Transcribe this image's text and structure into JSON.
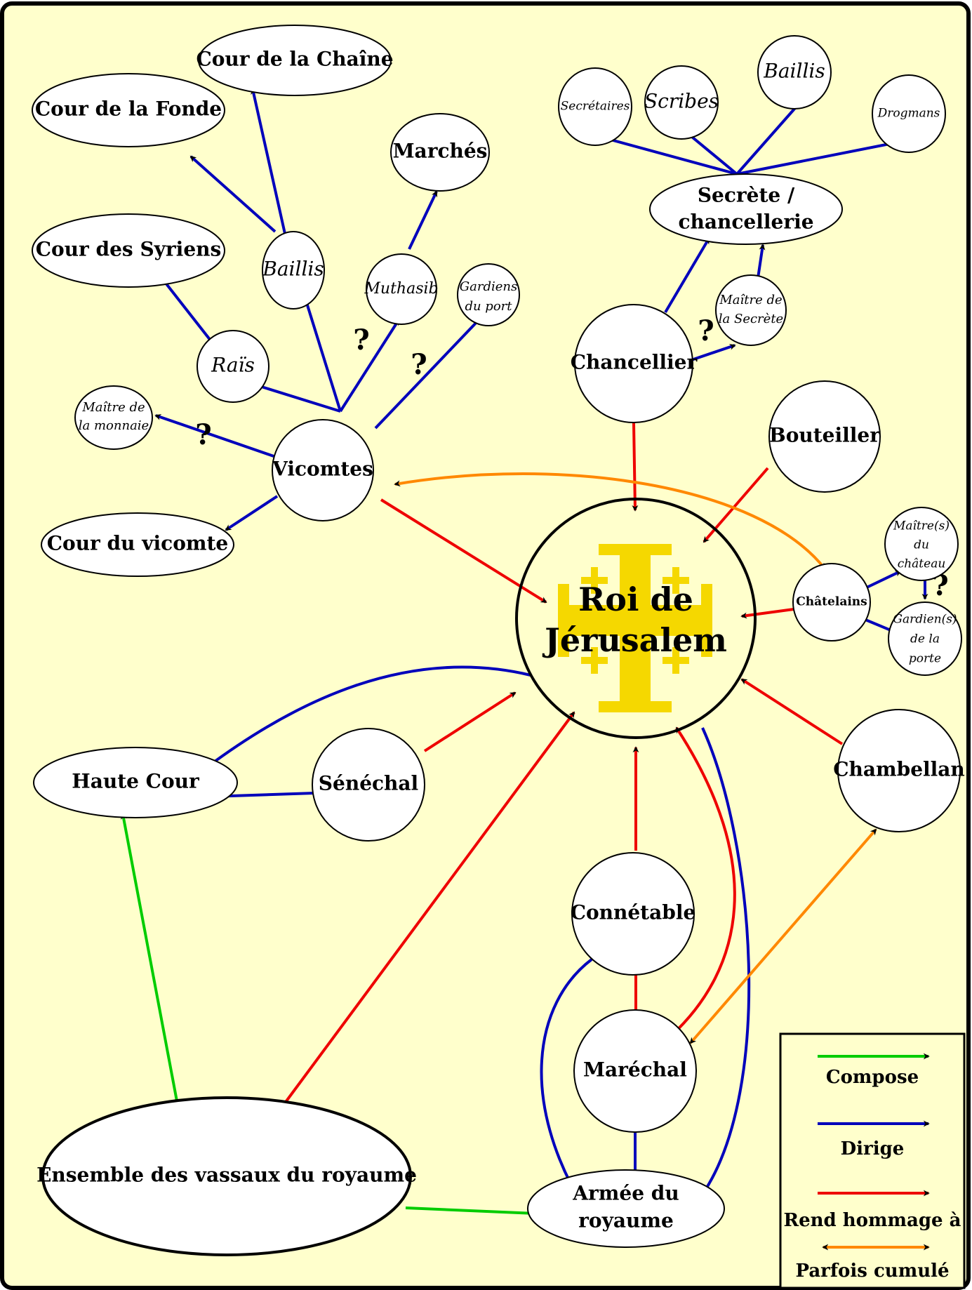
{
  "colors": {
    "background": "#ffffcc",
    "border": "#000000",
    "compose": "#00cc00",
    "dirige": "#0000bb",
    "hommage": "#ee0000",
    "cumule": "#ff8800",
    "cross": "#f5d800"
  },
  "nodes": {
    "roi": [
      "Roi de",
      "Jérusalem"
    ],
    "cour_chaine": "Cour de la Chaîne",
    "cour_fonde": "Cour de la Fonde",
    "marches": "Marchés",
    "cour_syriens": "Cour des Syriens",
    "baillis_vicomte": "Baillis",
    "muthasib": "Muthasib",
    "gardiens_port": [
      "Gardiens",
      "du port"
    ],
    "rais": "Raïs",
    "maitre_monnaie": [
      "Maître de",
      "la monnaie"
    ],
    "vicomtes": "Vicomtes",
    "cour_vicomte": "Cour du vicomte",
    "secretaires": "Secrétaires",
    "scribes": "Scribes",
    "baillis_secrete": "Baillis",
    "drogmans": "Drogmans",
    "secrete": [
      "Secrète /",
      "chancellerie"
    ],
    "maitre_secrete": [
      "Maître de",
      "la Secrète"
    ],
    "chancellier": "Chancellier",
    "bouteiller": "Bouteiller",
    "chatelains": "Châtelains",
    "maitres_chateau": [
      "Maître(s)",
      "du",
      "château"
    ],
    "gardiens_porte": [
      "Gardien(s)",
      "de la",
      "porte"
    ],
    "haute_cour": "Haute Cour",
    "senechal": "Sénéchal",
    "chambellan": "Chambellan",
    "connetable": "Connétable",
    "marechal": "Maréchal",
    "vassaux": "Ensemble des vassaux du royaume",
    "armee": [
      "Armée du",
      "royaume"
    ]
  },
  "question_mark": "?",
  "legend": {
    "compose": "Compose",
    "dirige": "Dirige",
    "hommage": "Rend hommage à",
    "cumule": "Parfois cumulé"
  }
}
